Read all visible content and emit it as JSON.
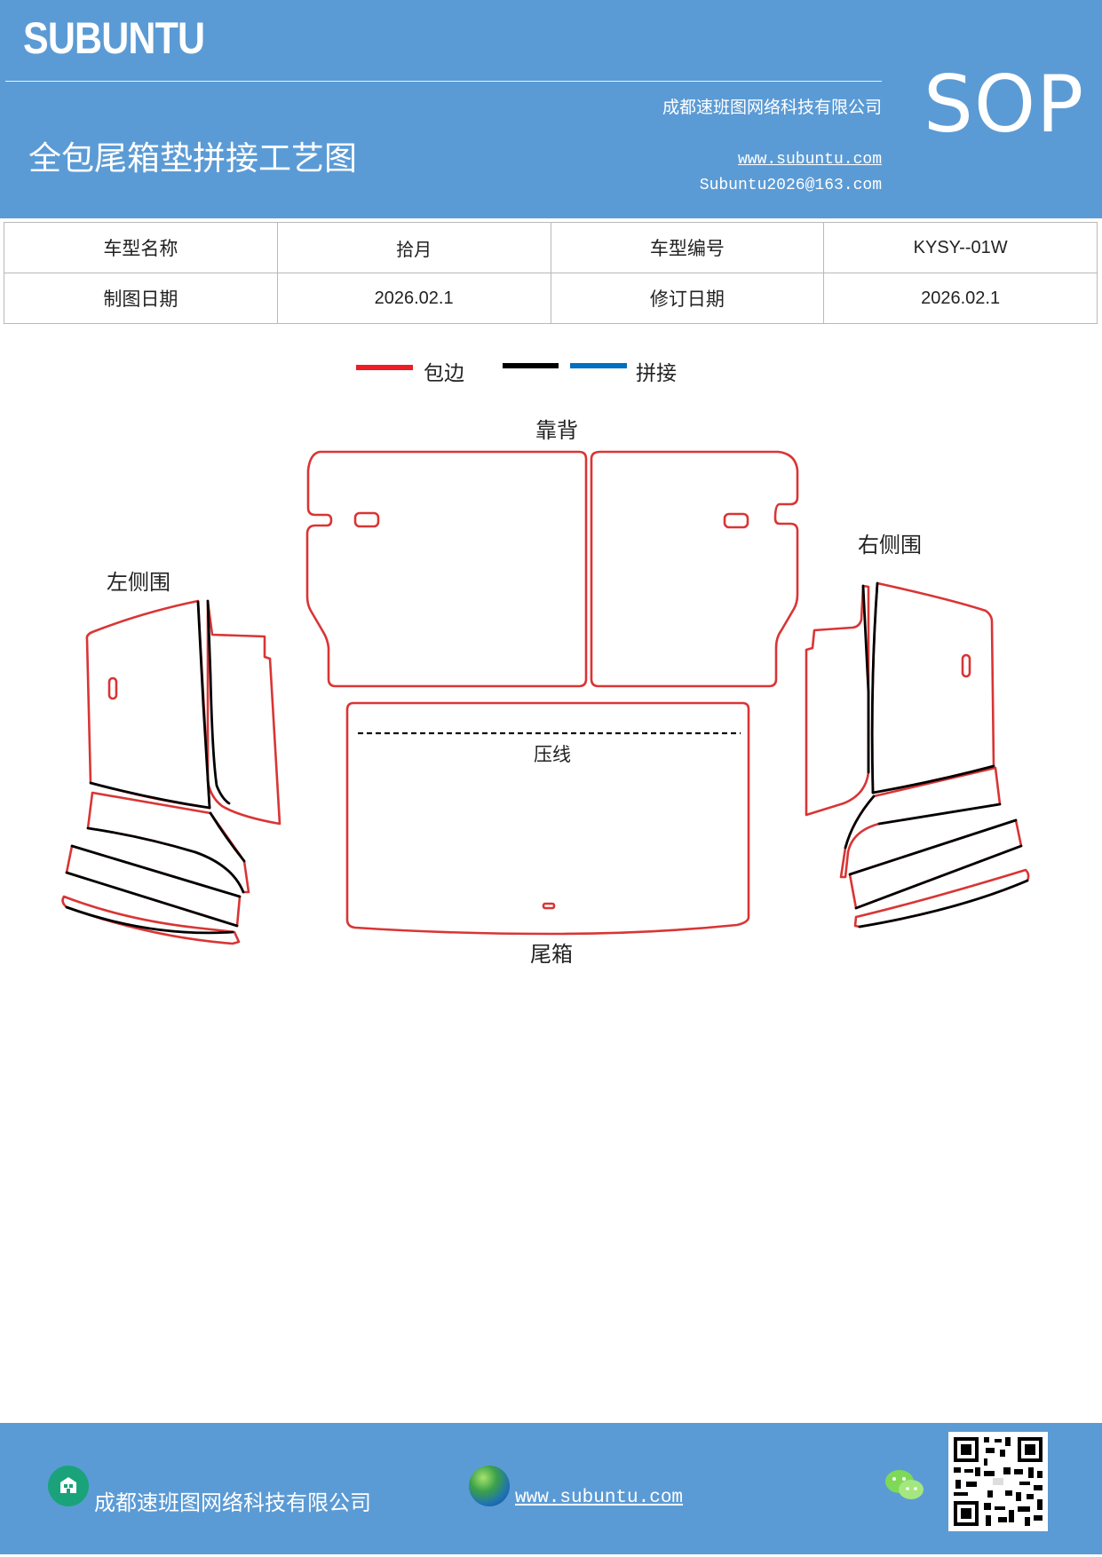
{
  "header": {
    "brand": "SUBUNTU",
    "company": "成都速班图网络科技有限公司",
    "doc_title": "全包尾箱垫拼接工艺图",
    "website": "www.subuntu.com",
    "email": "Subuntu2026@163.com",
    "badge": "SOP"
  },
  "info_table": {
    "rows": [
      [
        "车型名称",
        "拾月",
        "车型编号",
        "KYSY--01W"
      ],
      [
        "制图日期",
        "2026.02.1",
        "修订日期",
        "2026.02.1"
      ]
    ]
  },
  "legend": {
    "items": [
      {
        "label": "包边",
        "color": "#ee1c24"
      },
      {
        "label": "",
        "color": "#000000"
      },
      {
        "label": "拼接",
        "color": "#0070c0"
      }
    ]
  },
  "diagram": {
    "labels": {
      "backrest": "靠背",
      "left_side": "左侧围",
      "right_side": "右侧围",
      "press_line": "压线",
      "trunk": "尾箱"
    },
    "outline_color": "#d93535"
  },
  "footer": {
    "company": "成都速班图网络科技有限公司",
    "website": "www.subuntu.com",
    "icons": [
      "building-icon",
      "globe-icon",
      "wechat-icon",
      "qr-code"
    ]
  }
}
